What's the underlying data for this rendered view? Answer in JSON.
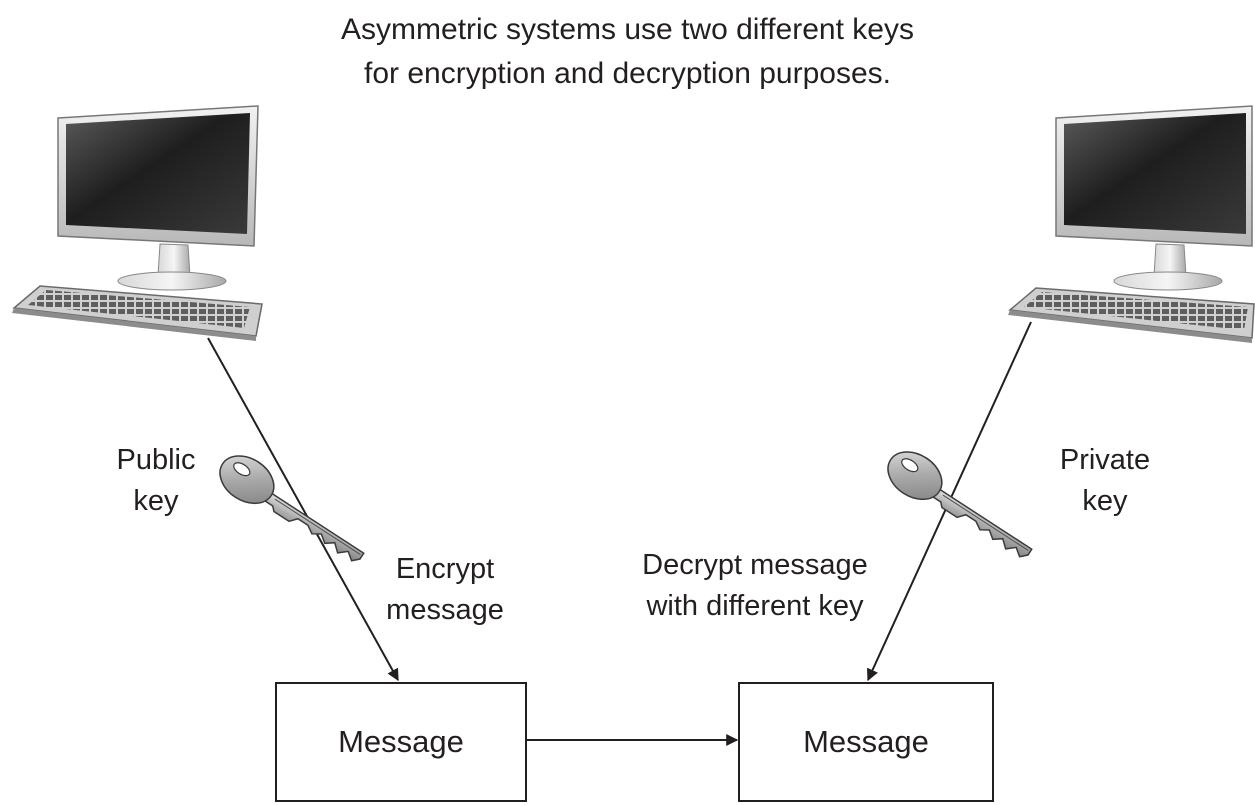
{
  "title": {
    "line1": "Asymmetric systems use two different keys",
    "line2": "for encryption and decryption purposes."
  },
  "labels": {
    "public_key_line1": "Public",
    "public_key_line2": "key",
    "private_key_line1": "Private",
    "private_key_line2": "key",
    "encrypt_line1": "Encrypt",
    "encrypt_line2": "message",
    "decrypt_line1": "Decrypt message",
    "decrypt_line2": "with different key"
  },
  "boxes": {
    "left_message": "Message",
    "right_message": "Message"
  },
  "icons": {
    "left_computer": "desktop-computer-icon",
    "right_computer": "desktop-computer-icon",
    "public_key": "key-icon",
    "private_key": "key-icon"
  },
  "colors": {
    "ink": "#231f20",
    "screen": "#2b2b2b",
    "key": "#9a9a9a"
  }
}
